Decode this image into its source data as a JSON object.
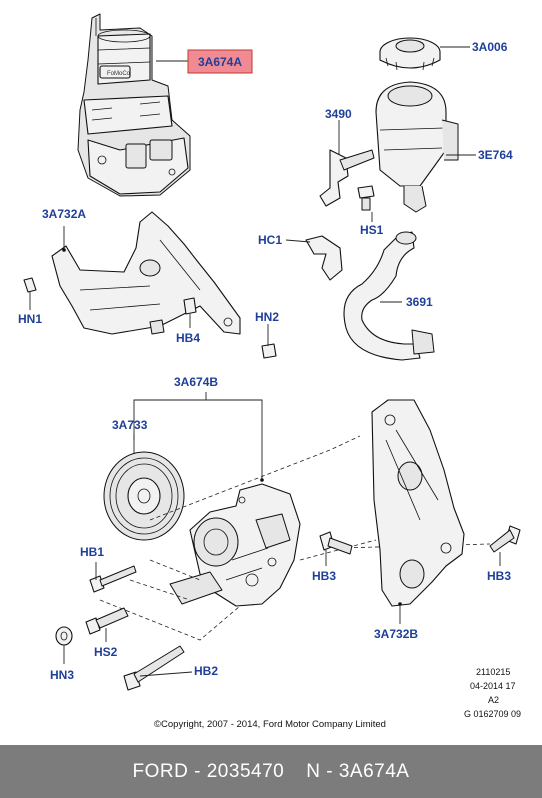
{
  "callouts": {
    "a3a674a_top": "3A674A",
    "a3a006": "3A006",
    "a3490": "3490",
    "a3e764": "3E764",
    "a3a732a": "3A732A",
    "hc1": "HC1",
    "hs1": "HS1",
    "hn1": "HN1",
    "hb4": "HB4",
    "hn2": "HN2",
    "a3691": "3691",
    "a3a674b": "3A674B",
    "a3a733": "3A733",
    "hb1": "HB1",
    "hb3_left": "HB3",
    "hb3_right": "HB3",
    "hs2": "HS2",
    "hn3": "HN3",
    "hb2": "HB2",
    "a3a732b": "3A732B"
  },
  "highlight_color": "#f08a93",
  "callout_color": "#1f3f99",
  "pump_brand_text": "FoMoCo",
  "reference": {
    "line1": "2110215",
    "line2": "04-2014 17",
    "line3": "A2",
    "line4": "G 0162709 09"
  },
  "copyright": "©Copyright, 2007 - 2014, Ford Motor Company Limited",
  "footer": {
    "part_number": "FORD - 2035470",
    "part_code": "N - 3A674A"
  }
}
